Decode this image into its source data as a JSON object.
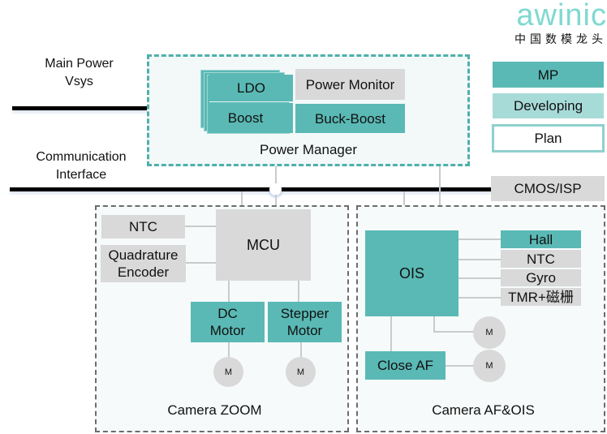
{
  "logo": {
    "wordmark": "awinic",
    "tagline": "中国数模龙头",
    "color": "#7fd9d0"
  },
  "colors": {
    "mp": "#5ab9b5",
    "developing": "#a7dbd8",
    "plan_border": "#8fd0cc",
    "not_awinic": "#d9d9d9",
    "bus": "#000000"
  },
  "legend": {
    "mp": "MP",
    "developing": "Developing",
    "plan": "Plan"
  },
  "buses": {
    "main_power": [
      "Main Power",
      "Vsys"
    ],
    "communication": [
      "Communication",
      "Interface"
    ],
    "cmos_isp": "CMOS/ISP"
  },
  "power_manager": {
    "title": "Power Manager",
    "blocks": {
      "ldo": "LDO",
      "boost": "Boost",
      "power_monitor": "Power Monitor",
      "buck_boost": "Buck-Boost"
    }
  },
  "camera_zoom": {
    "title": "Camera ZOOM",
    "ntc": "NTC",
    "encoder": [
      "Quadrature",
      "Encoder"
    ],
    "mcu": "MCU",
    "dc_motor": [
      "DC",
      "Motor"
    ],
    "stepper_motor": [
      "Stepper",
      "Motor"
    ],
    "motor_symbol": "M"
  },
  "camera_af_ois": {
    "title": "Camera AF&OIS",
    "ois": "OIS",
    "close_af": "Close AF",
    "sensors": [
      "Hall",
      "NTC",
      "Gyro",
      "TMR+磁栅"
    ],
    "motor_symbol": "M"
  }
}
